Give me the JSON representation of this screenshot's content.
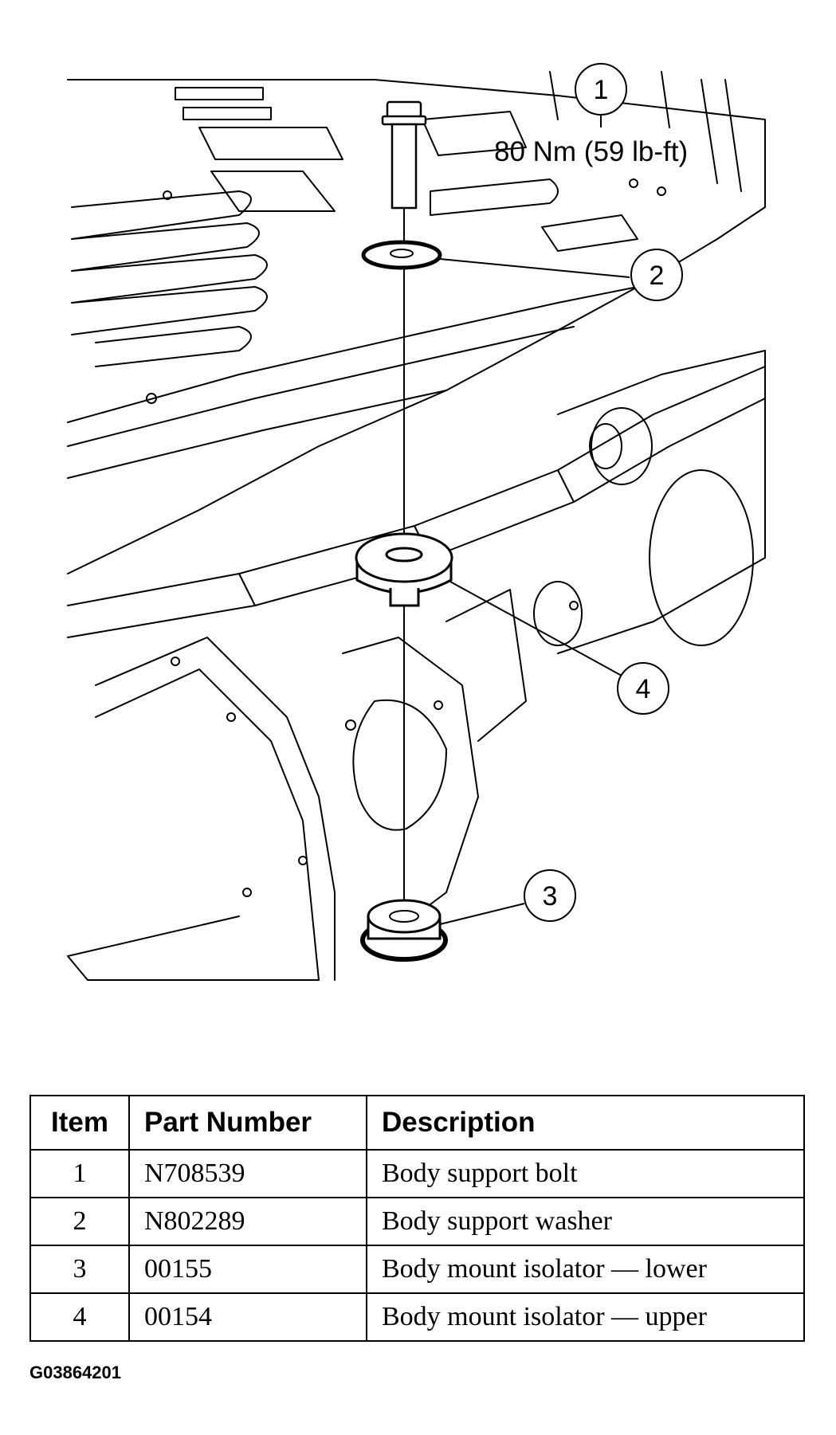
{
  "diagram": {
    "callouts": [
      {
        "number": "1",
        "torque": "80 Nm (59 lb-ft)"
      },
      {
        "number": "2"
      },
      {
        "number": "3"
      },
      {
        "number": "4"
      }
    ]
  },
  "table": {
    "headers": [
      "Item",
      "Part Number",
      "Description"
    ],
    "rows": [
      {
        "item": "1",
        "part_number": "N708539",
        "description": "Body support bolt"
      },
      {
        "item": "2",
        "part_number": "N802289",
        "description": "Body support washer"
      },
      {
        "item": "3",
        "part_number": "00155",
        "description": "Body mount isolator — lower"
      },
      {
        "item": "4",
        "part_number": "00154",
        "description": "Body mount isolator — upper"
      }
    ]
  },
  "figure_id": "G03864201"
}
